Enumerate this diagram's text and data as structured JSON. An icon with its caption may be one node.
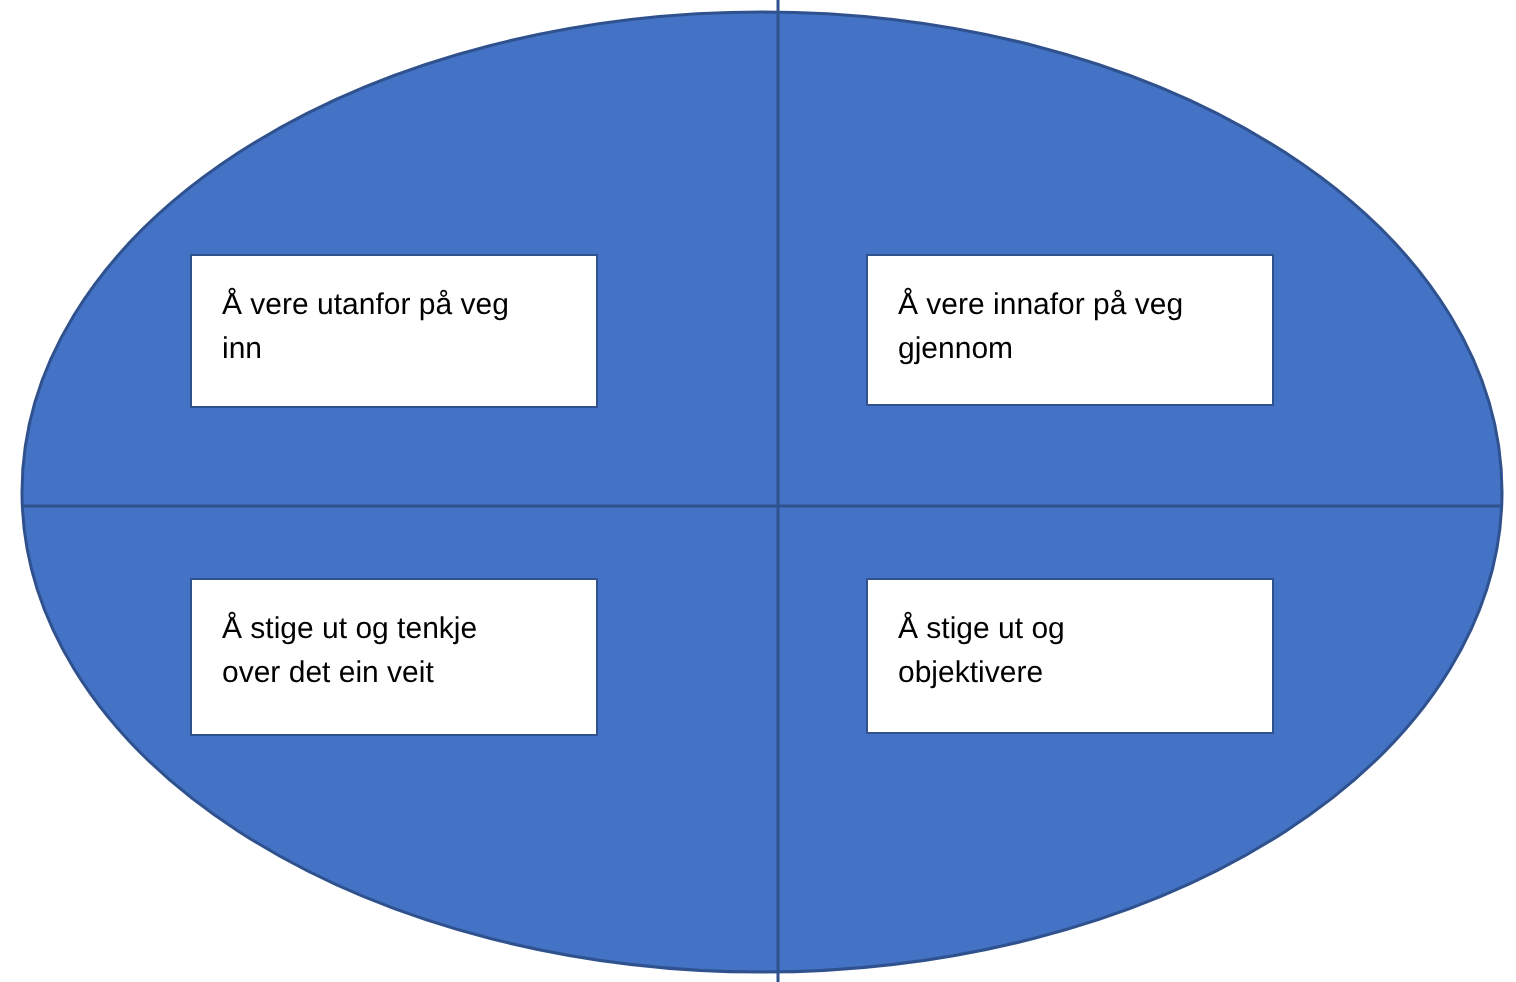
{
  "diagram": {
    "nodes": [
      {
        "text": [],
        "shape": "ellipse"
      },
      {
        "text": [
          "Å vere utanfor på veg inn"
        ],
        "in": 0
      },
      {
        "text": [
          "Å vere innafor på veg gjennom"
        ],
        "in": 0
      },
      {
        "text": [
          "Å stige ut og tenkje over det ein veit"
        ],
        "in": 0
      },
      {
        "text": [
          "Å stige ut og objektivere"
        ],
        "in": 0
      }
    ]
  }
}
